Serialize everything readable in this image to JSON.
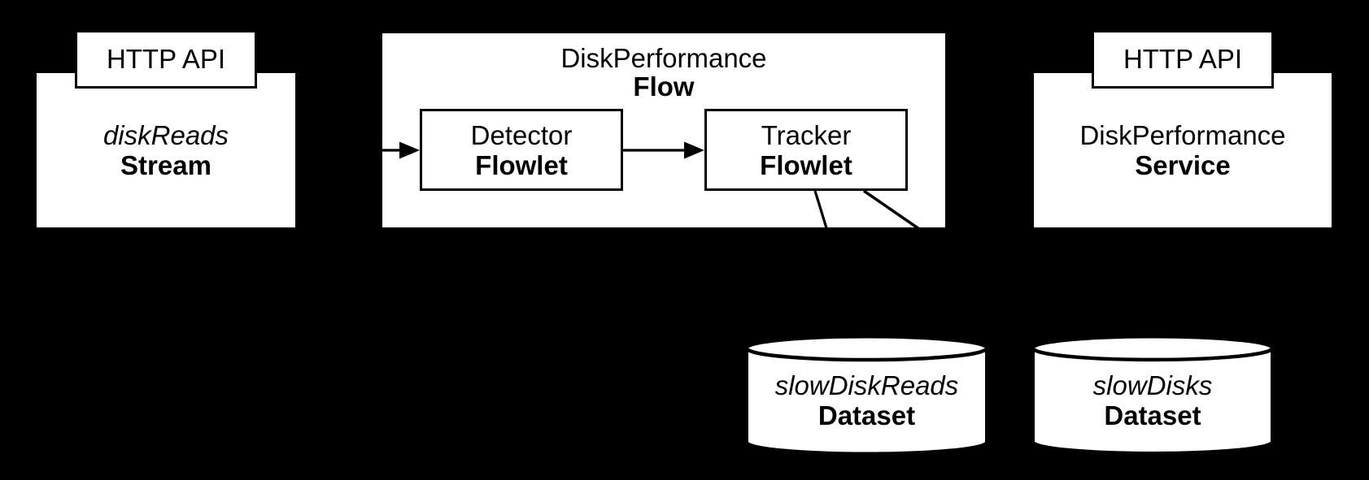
{
  "colors": {
    "background": "#000000",
    "shape_fill": "#ffffff",
    "stroke": "#000000",
    "text": "#000000"
  },
  "icons": {
    "dataset_shape": "database-cylinder"
  },
  "stream": {
    "tab_label": "HTTP API",
    "name": "diskReads",
    "type": "Stream"
  },
  "flow": {
    "name": "DiskPerformance",
    "type": "Flow"
  },
  "detector": {
    "name": "Detector",
    "type": "Flowlet"
  },
  "tracker": {
    "name": "Tracker",
    "type": "Flowlet"
  },
  "service": {
    "tab_label": "HTTP API",
    "name": "DiskPerformance",
    "type": "Service"
  },
  "datasets": [
    {
      "name": "slowDiskReads",
      "type": "Dataset"
    },
    {
      "name": "slowDisks",
      "type": "Dataset"
    }
  ],
  "connections": [
    {
      "from": "flow-input",
      "to": "Detector Flowlet",
      "style": "arrow"
    },
    {
      "from": "Detector Flowlet",
      "to": "Tracker Flowlet",
      "style": "arrow"
    },
    {
      "from": "Tracker Flowlet",
      "to": "slowDiskReads Dataset",
      "style": "line"
    },
    {
      "from": "Tracker Flowlet",
      "to": "slowDisks Dataset",
      "style": "line"
    }
  ]
}
